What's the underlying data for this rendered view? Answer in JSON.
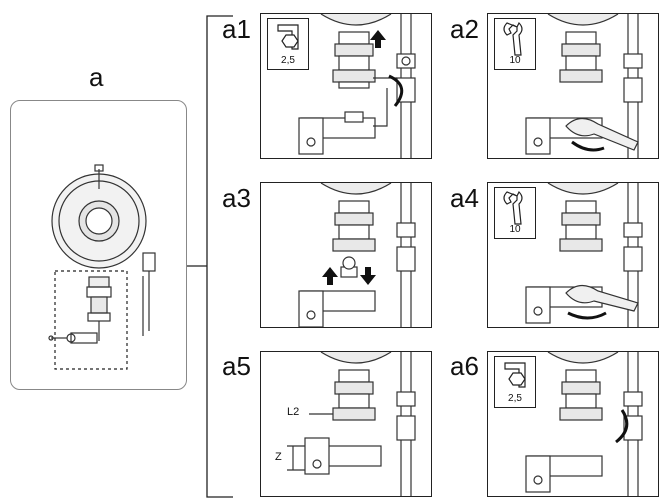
{
  "overview": {
    "label": "a"
  },
  "steps": [
    {
      "id": "a1",
      "label": "a1",
      "tool": "hex-key",
      "tool_size": "2,5",
      "action": "loosen-screw-up"
    },
    {
      "id": "a2",
      "label": "a2",
      "tool": "wrench",
      "tool_size": "10",
      "action": "turn-clockwise"
    },
    {
      "id": "a3",
      "label": "a3",
      "tool": "none",
      "tool_size": "",
      "action": "lift-nut"
    },
    {
      "id": "a4",
      "label": "a4",
      "tool": "wrench",
      "tool_size": "10",
      "action": "turn-counterclockwise"
    },
    {
      "id": "a5",
      "label": "a5",
      "tool": "none",
      "tool_size": "",
      "action": "measure",
      "callouts": {
        "l2": "L2",
        "z": "Z"
      }
    },
    {
      "id": "a6",
      "label": "a6",
      "tool": "hex-key",
      "tool_size": "2,5",
      "action": "tighten-screw"
    }
  ]
}
